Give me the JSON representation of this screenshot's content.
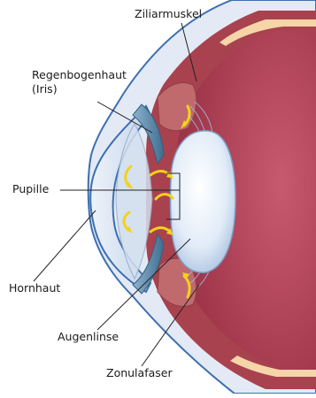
{
  "labels": {
    "ciliary_muscle": "Ziliarmuskel",
    "iris_line1": "Regenbogenhaut",
    "iris_line2": "(Iris)",
    "pupil": "Pupille",
    "cornea": "Hornhaut",
    "lens": "Augenlinse",
    "zonule": "Zonulafaser"
  },
  "colors": {
    "sclera_outer": "#3d6fb0",
    "sclera_fill": "#dfe7f3",
    "choroid": "#a8424f",
    "retina_inner": "#b85a6a",
    "vitreous": "#b4485c",
    "cornea": "#c8d6ec",
    "iris": "#5f8aa8",
    "lens": "#e9f1fb",
    "ciliary": "#c06a6e",
    "arrow": "#f2d21b",
    "leader_line": "#222222"
  }
}
